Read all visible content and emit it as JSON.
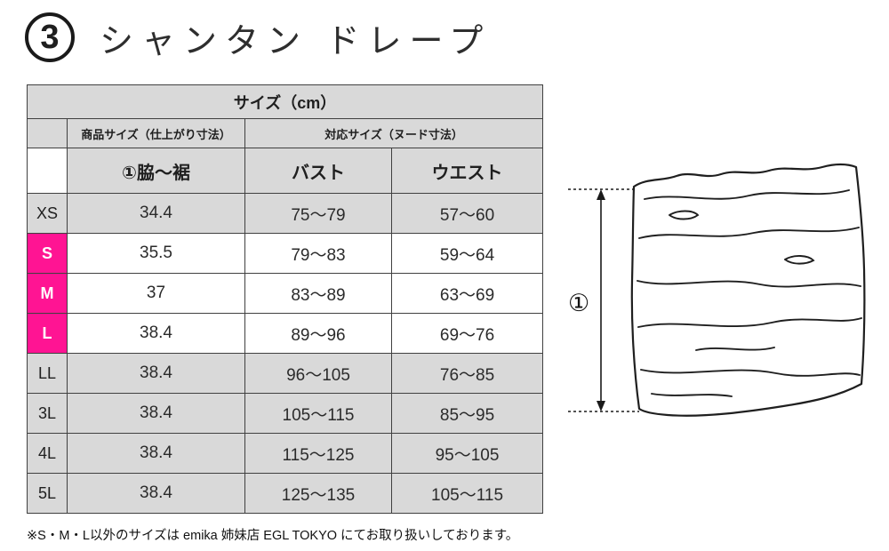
{
  "header": {
    "number": "3",
    "title": "シャンタン ドレープ"
  },
  "table": {
    "title": "サイズ（cm）",
    "group_headers": {
      "product": "商品サイズ（仕上がり寸法）",
      "body": "対応サイズ（ヌード寸法）"
    },
    "columns": [
      "①脇～裾",
      "バスト",
      "ウエスト"
    ],
    "rows": [
      {
        "size": "XS",
        "highlight": false,
        "shaded": true,
        "values": [
          "34.4",
          "75～79",
          "57～60"
        ]
      },
      {
        "size": "S",
        "highlight": true,
        "shaded": false,
        "values": [
          "35.5",
          "79～83",
          "59～64"
        ]
      },
      {
        "size": "M",
        "highlight": true,
        "shaded": false,
        "values": [
          "37",
          "83～89",
          "63～69"
        ]
      },
      {
        "size": "L",
        "highlight": true,
        "shaded": false,
        "values": [
          "38.4",
          "89～96",
          "69～76"
        ]
      },
      {
        "size": "LL",
        "highlight": false,
        "shaded": true,
        "values": [
          "38.4",
          "96～105",
          "76～85"
        ]
      },
      {
        "size": "3L",
        "highlight": false,
        "shaded": true,
        "values": [
          "38.4",
          "105～115",
          "85～95"
        ]
      },
      {
        "size": "4L",
        "highlight": false,
        "shaded": true,
        "values": [
          "38.4",
          "115～125",
          "95～105"
        ]
      },
      {
        "size": "5L",
        "highlight": false,
        "shaded": true,
        "values": [
          "38.4",
          "125～135",
          "105～115"
        ]
      }
    ]
  },
  "diagram": {
    "dimension_label": "①"
  },
  "footnote": "※S・M・L以外のサイズは emika 姉妹店 EGL TOKYO にてお取り扱いしております。",
  "colors": {
    "header_gray": "#d9d9d9",
    "highlight_pink": "#ff1493",
    "border": "#404040"
  }
}
